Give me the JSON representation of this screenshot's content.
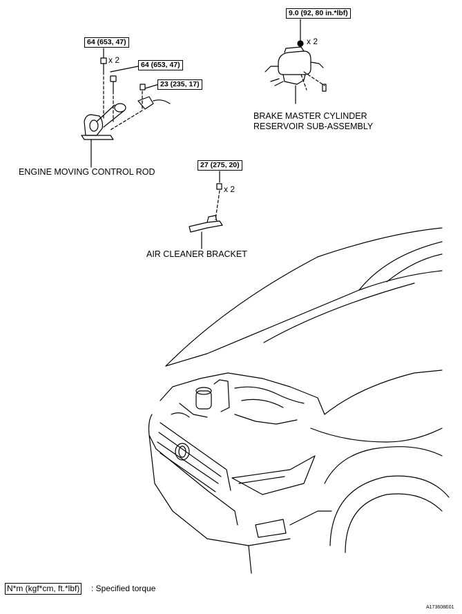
{
  "torques": {
    "brake_reservoir": "9.0 (92, 80 in.*lbf)",
    "rod_bolt_a": "64 (653, 47)",
    "rod_bolt_b": "64 (653, 47)",
    "rod_small": "23 (235, 17)",
    "air_cleaner": "27 (275, 20)"
  },
  "quantities": {
    "brake": "x 2",
    "rod": "x 2",
    "air": "x 2"
  },
  "parts": {
    "engine_rod": "ENGINE MOVING CONTROL ROD",
    "brake_line1": "BRAKE MASTER CYLINDER",
    "brake_line2": "RESERVOIR SUB-ASSEMBLY",
    "air_bracket": "AIR CLEANER BRACKET"
  },
  "legend": {
    "units": "N*m (kgf*cm, ft.*lbf)",
    "text": ": Specified torque"
  },
  "figure_code": "A173608E01"
}
